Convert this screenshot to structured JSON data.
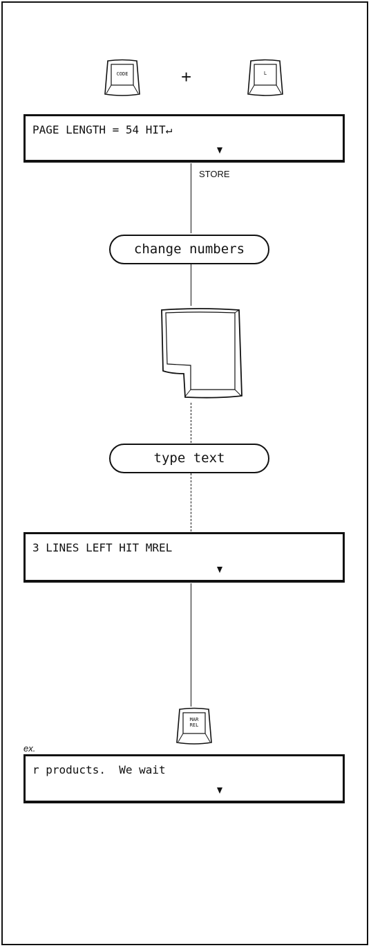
{
  "keys": {
    "code": "CODE",
    "plus": "+",
    "l": "L",
    "marrel_line1": "MAR",
    "marrel_line2": "REL"
  },
  "displays": {
    "page_length": "PAGE LENGTH = 54 HIT↵",
    "lines_left": "3 LINES LEFT HIT MREL",
    "example": "r products.  We wait"
  },
  "labels": {
    "store": "STORE",
    "change_numbers": "change numbers",
    "type_text": "type text",
    "ex": "ex."
  }
}
